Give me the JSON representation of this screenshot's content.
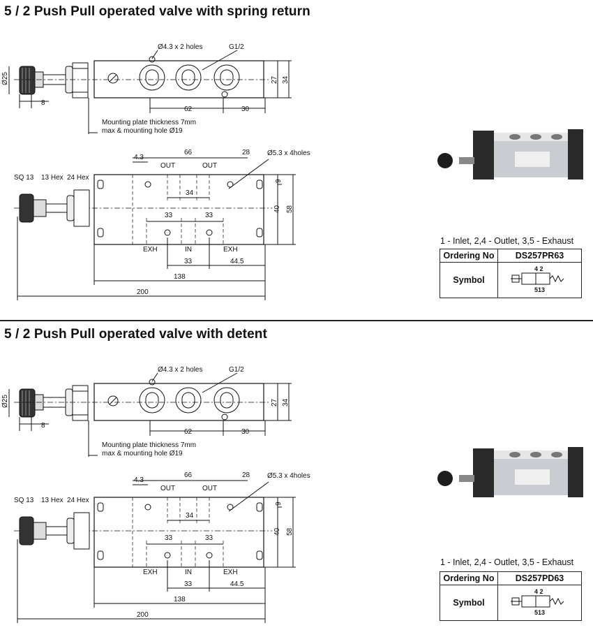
{
  "sections": [
    {
      "title": "5 / 2 Push Pull operated valve with spring return",
      "top_view": {
        "holes_note": "Ø4.3 x 2 holes",
        "port_note": "G1/2",
        "dims": {
          "knob_dia": "Ø25",
          "knob_len": "8",
          "h1": "27",
          "h2": "34",
          "d62": "62",
          "d30": "30"
        },
        "mount_note_1": "Mounting plate thickness 7mm",
        "mount_note_2": "max & mounting hole Ø19"
      },
      "front_view": {
        "dims": {
          "d4_3": "4.3",
          "d66": "66",
          "d28": "28",
          "d34": "34",
          "d9": "9",
          "d40": "40",
          "d58": "58",
          "d33a": "33",
          "d33b": "33",
          "d33c": "33",
          "d44_5": "44.5",
          "d138": "138",
          "d200": "200"
        },
        "holes_note": "Ø5.3 x 4holes",
        "labels": {
          "sq13": "SQ 13",
          "hex13": "13 Hex",
          "hex24": "24 Hex",
          "out1": "OUT",
          "out2": "OUT",
          "exh1": "EXH",
          "in": "IN",
          "exh2": "EXH"
        }
      },
      "legend": "1 - Inlet,   2,4 - Outlet,   3,5 - Exhaust",
      "table": {
        "ordering_label": "Ordering No",
        "ordering_value": "DS257PR63",
        "symbol_label": "Symbol",
        "symbol_top": "4 2",
        "symbol_bottom": "513"
      },
      "photo_icon": "pneumatic-valve-photo"
    },
    {
      "title": "5 / 2 Push Pull operated valve with detent",
      "top_view": {
        "holes_note": "Ø4.3 x 2 holes",
        "port_note": "G1/2",
        "dims": {
          "knob_dia": "Ø25",
          "knob_len": "8",
          "h1": "27",
          "h2": "34",
          "d62": "62",
          "d30": "30"
        },
        "mount_note_1": "Mounting plate thickness 7mm",
        "mount_note_2": "max & mounting hole Ø19"
      },
      "front_view": {
        "dims": {
          "d4_3": "4.3",
          "d66": "66",
          "d28": "28",
          "d34": "34",
          "d9": "9",
          "d40": "40",
          "d58": "58",
          "d33a": "33",
          "d33b": "33",
          "d33c": "33",
          "d44_5": "44.5",
          "d138": "138",
          "d200": "200"
        },
        "holes_note": "Ø5.3 x 4holes",
        "labels": {
          "sq13": "SQ 13",
          "hex13": "13 Hex",
          "hex24": "24 Hex",
          "out1": "OUT",
          "out2": "OUT",
          "exh1": "EXH",
          "in": "IN",
          "exh2": "EXH"
        }
      },
      "legend": "1 - Inlet,   2,4 - Outlet,   3,5 - Exhaust",
      "table": {
        "ordering_label": "Ordering No",
        "ordering_value": "DS257PD63",
        "symbol_label": "Symbol",
        "symbol_top": "4 2",
        "symbol_bottom": "513"
      },
      "photo_icon": "pneumatic-valve-photo"
    }
  ]
}
